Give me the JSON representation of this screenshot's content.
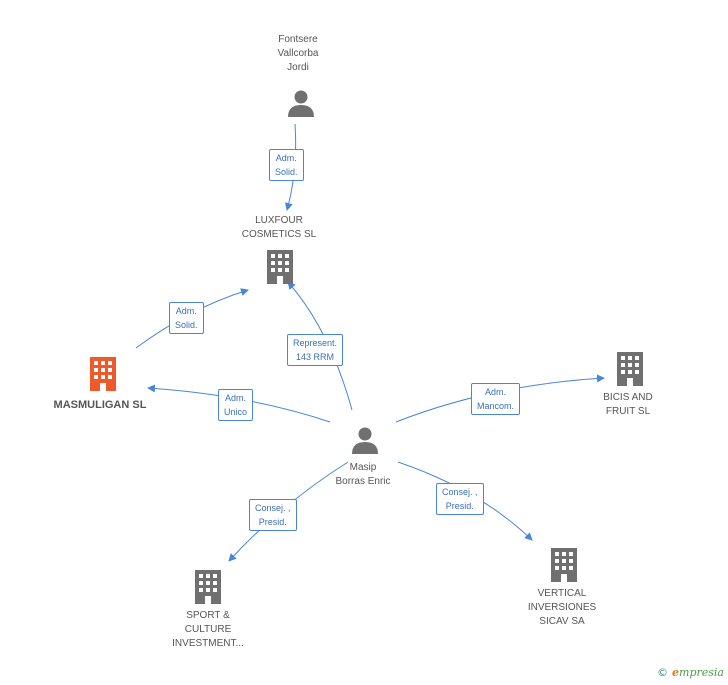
{
  "colors": {
    "edge": "#4a86d8",
    "node": "#707070",
    "focus": "#ef5a2a"
  },
  "nodes": {
    "fontsere": {
      "label": "Fontsere\nVallcorba\nJordi",
      "icon": "person-icon"
    },
    "luxfour": {
      "label": "LUXFOUR\nCOSMETICS SL",
      "icon": "building-icon"
    },
    "masmuligan": {
      "label": "MASMULIGAN SL",
      "icon": "building-icon"
    },
    "masip": {
      "label": "Masip\nBorras Enric",
      "icon": "person-icon"
    },
    "bicis": {
      "label": "BICIS AND\nFRUIT  SL",
      "icon": "building-icon"
    },
    "sport": {
      "label": "SPORT &\nCULTURE\nINVESTMENT...",
      "icon": "building-icon"
    },
    "vertical": {
      "label": "VERTICAL\nINVERSIONES\nSICAV SA",
      "icon": "building-icon"
    }
  },
  "edges": {
    "fontsere_luxfour": "Adm.\nSolid.",
    "masmuligan_luxfour": "Adm.\nSolid.",
    "masip_luxfour": "Represent.\n143 RRM",
    "masip_masmuligan": "Adm.\nUnico",
    "masip_bicis": "Adm.\nMancom.",
    "masip_sport": "Consej. ,\nPresid.",
    "masip_vertical": "Consej. ,\nPresid."
  },
  "footer": {
    "copyright": "©",
    "brand_initial": "e",
    "brand_rest": "mpresia"
  }
}
